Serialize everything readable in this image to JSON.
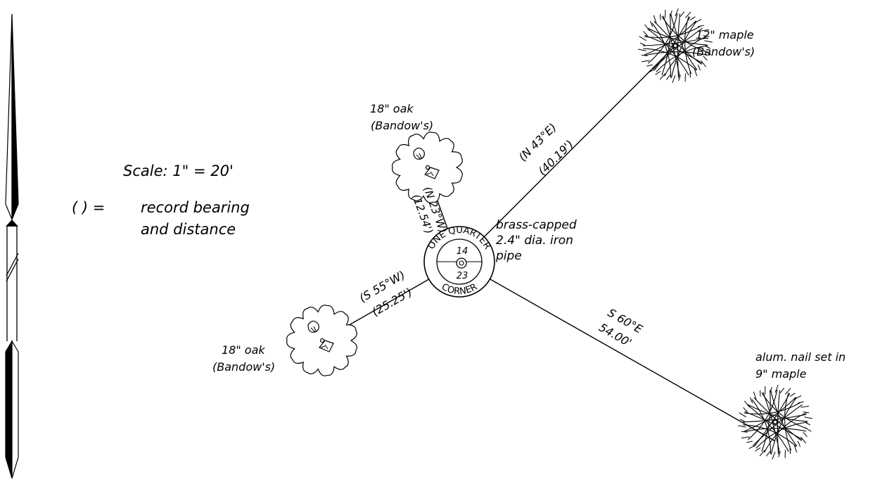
{
  "legend": {
    "scale": "Scale: 1\" = 20'",
    "record_symbol": "(   ) =",
    "record_line1": "record bearing",
    "record_line2": "and distance"
  },
  "corner": {
    "arc_top": "ONE QUARTER",
    "arc_bottom": "CORNER",
    "section_top": "14",
    "section_bottom": "23",
    "description": [
      "brass-capped",
      "2.4\" dia. iron",
      "pipe"
    ]
  },
  "ties": [
    {
      "id": "ne",
      "bearing": "(N 43°E)",
      "distance": "(40.19')",
      "tree": [
        "12\" maple",
        "(Bandow's)"
      ]
    },
    {
      "id": "nw",
      "bearing": "(N 23°W)",
      "distance": "(12.54')",
      "tree": [
        "18\" oak",
        "(Bandow's)"
      ]
    },
    {
      "id": "sw",
      "bearing": "(S 55°W)",
      "distance": "(25.25')",
      "tree": [
        "18\" oak",
        "(Bandow's)"
      ]
    },
    {
      "id": "se",
      "bearing": "S 60°E",
      "distance": "54.00'",
      "tree": [
        "alum. nail set in",
        "9\" maple"
      ]
    }
  ],
  "colors": {
    "ink": "#000000",
    "paper": "#ffffff"
  },
  "icons": {
    "north_arrow": "north-arrow-icon",
    "oak": "oak-tree-symbol-icon",
    "maple": "maple-tree-symbol-icon",
    "monument": "iron-pipe-monument-icon"
  }
}
